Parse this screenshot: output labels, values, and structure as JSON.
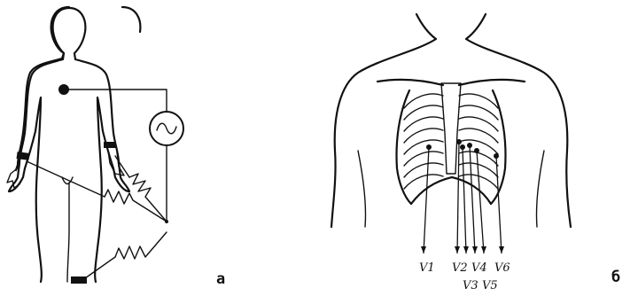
{
  "panels": [
    {
      "id": "a",
      "letter": "а"
    },
    {
      "id": "b",
      "letter": "б"
    }
  ],
  "icons": [
    "sine-wave-source-icon",
    "resistor-icon"
  ],
  "leads": [
    "V1",
    "V2",
    "V3",
    "V4",
    "V5",
    "V6"
  ]
}
